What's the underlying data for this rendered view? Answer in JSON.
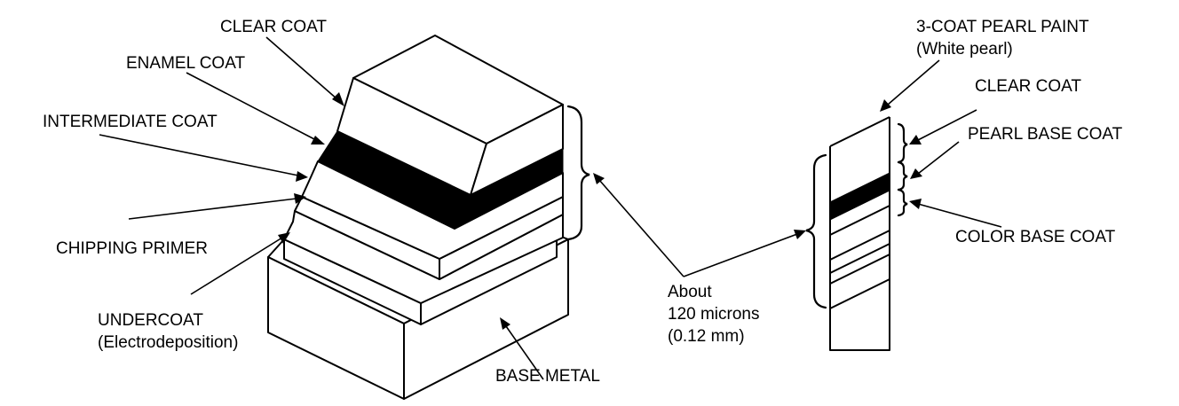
{
  "diagram": {
    "labels": {
      "clear_coat": "CLEAR COAT",
      "enamel_coat": "ENAMEL COAT",
      "intermediate_coat": "INTERMEDIATE COAT",
      "chipping_primer": "CHIPPING PRIMER",
      "undercoat": "UNDERCOAT",
      "undercoat_sub": "(Electrodeposition)",
      "base_metal": "BASE METAL",
      "thickness_line1": "About",
      "thickness_line2": "120 microns",
      "thickness_line3": "(0.12 mm)",
      "pearl_paint_title": "3-COAT PEARL PAINT",
      "pearl_paint_sub": "(White pearl)",
      "pearl_clear_coat": "CLEAR COAT",
      "pearl_base_coat": "PEARL BASE COAT",
      "color_base_coat": "COLOR BASE COAT"
    },
    "colors": {
      "ink": "#000000",
      "paper": "#ffffff"
    }
  }
}
